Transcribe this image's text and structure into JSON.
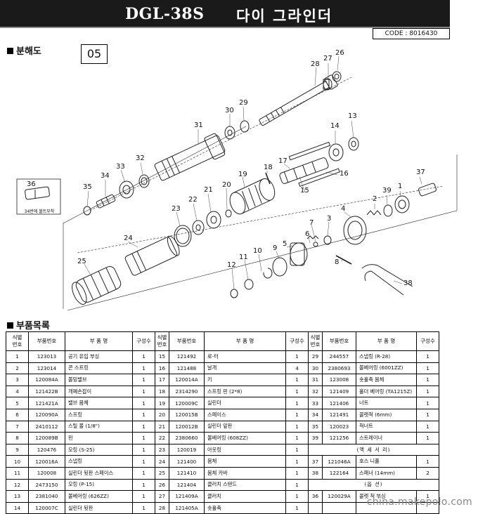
{
  "header": {
    "model": "DGL-38S",
    "product_name": "다이 그라인더"
  },
  "code": "CODE : 8016430",
  "exploded_view": {
    "title": "분해도",
    "page_number": "05",
    "inset_label": "36",
    "inset_caption": "34번에 볼트부착",
    "callouts": [
      "1",
      "2",
      "3",
      "4",
      "5",
      "6",
      "7",
      "8",
      "9",
      "10",
      "11",
      "12",
      "13",
      "14",
      "15",
      "16",
      "17",
      "18",
      "19",
      "20",
      "21",
      "22",
      "23",
      "24",
      "25",
      "26",
      "27",
      "28",
      "29",
      "30",
      "31",
      "32",
      "33",
      "34",
      "35",
      "37",
      "38",
      "39"
    ]
  },
  "parts_list": {
    "title": "부품목록",
    "headers": [
      "식별\n번호",
      "부품번호",
      "부   품   명",
      "구성수"
    ],
    "rows": [
      [
        {
          "no": "1",
          "part": "123013",
          "name": "공기 유입 부싱",
          "qty": "1"
        },
        {
          "no": "15",
          "part": "121492",
          "name": "로-터",
          "qty": "1"
        },
        {
          "no": "29",
          "part": "244557",
          "name": "스냅링 (R-28)",
          "qty": "1"
        }
      ],
      [
        {
          "no": "2",
          "part": "123014",
          "name": "콘 스프링",
          "qty": "1"
        },
        {
          "no": "16",
          "part": "121488",
          "name": "날개",
          "qty": "4"
        },
        {
          "no": "30",
          "part": "2380693",
          "name": "볼베어링 (6001ZZ)",
          "qty": "1"
        }
      ],
      [
        {
          "no": "3",
          "part": "120084A",
          "name": "볼밍밸브",
          "qty": "1"
        },
        {
          "no": "17",
          "part": "120014A",
          "name": "키",
          "qty": "1"
        },
        {
          "no": "31",
          "part": "123008",
          "name": "숏홀축 몸체",
          "qty": "1"
        }
      ],
      [
        {
          "no": "4",
          "part": "121422B",
          "name": "개폐손잡이",
          "qty": "1"
        },
        {
          "no": "18",
          "part": "2314290",
          "name": "스프링 핀 (2*8)",
          "qty": "1"
        },
        {
          "no": "32",
          "part": "121409",
          "name": "홀더 베어링 (TA1215Z)",
          "qty": "1"
        }
      ],
      [
        {
          "no": "5",
          "part": "121421A",
          "name": "밸브 몸체",
          "qty": "1"
        },
        {
          "no": "19",
          "part": "120009C",
          "name": "실린더",
          "qty": "1"
        },
        {
          "no": "33",
          "part": "121406",
          "name": "너트",
          "qty": "1"
        }
      ],
      [
        {
          "no": "6",
          "part": "120090A",
          "name": "스프링",
          "qty": "1"
        },
        {
          "no": "20",
          "part": "120015B",
          "name": "스페이스",
          "qty": "1"
        },
        {
          "no": "34",
          "part": "121491",
          "name": "콜렛척 (6mm)",
          "qty": "1"
        }
      ],
      [
        {
          "no": "7",
          "part": "2410112",
          "name": "스틸 볼 (1/8\")",
          "qty": "1"
        },
        {
          "no": "21",
          "part": "120012B",
          "name": "실린더 앞판",
          "qty": "1"
        },
        {
          "no": "35",
          "part": "120023",
          "name": "척너트",
          "qty": "1"
        }
      ],
      [
        {
          "no": "8",
          "part": "120089B",
          "name": "핀",
          "qty": "1"
        },
        {
          "no": "22",
          "part": "2380660",
          "name": "볼베어링 (608ZZ)",
          "qty": "1"
        },
        {
          "no": "39",
          "part": "121256",
          "name": "스트레이너",
          "qty": "1"
        }
      ],
      [
        {
          "no": "9",
          "part": "120476",
          "name": "오링 (S-25)",
          "qty": "1"
        },
        {
          "no": "23",
          "part": "120019",
          "name": "아웃링",
          "qty": "1"
        },
        {
          "merged": "(액 세 서 리)"
        }
      ],
      [
        {
          "no": "10",
          "part": "120016A",
          "name": "스냅링",
          "qty": "1"
        },
        {
          "no": "24",
          "part": "121400",
          "name": "몸체",
          "qty": "1"
        },
        {
          "no": "37",
          "part": "121046A",
          "name": "호스 니플",
          "qty": "1"
        }
      ],
      [
        {
          "no": "11",
          "part": "120008",
          "name": "실린더 뒷판 스페이스",
          "qty": "1"
        },
        {
          "no": "25",
          "part": "121410",
          "name": "몸체 카바",
          "qty": "1"
        },
        {
          "no": "38",
          "part": "122164",
          "name": "스패너 (14mm)",
          "qty": "2"
        }
      ],
      [
        {
          "no": "12",
          "part": "2473150",
          "name": "오링 (P-15)",
          "qty": "1"
        },
        {
          "no": "26",
          "part": "121404",
          "name": "클러치 스탠드",
          "qty": "1"
        },
        {
          "merged": "(옵      션)"
        }
      ],
      [
        {
          "no": "13",
          "part": "2381040",
          "name": "볼베어링 (626ZZ)",
          "qty": "1"
        },
        {
          "no": "27",
          "part": "121409A",
          "name": "클러치",
          "qty": "1"
        },
        {
          "no": "36",
          "part": "120029A",
          "name": "콜렛 척 부싱",
          "qty": "1"
        }
      ],
      [
        {
          "no": "14",
          "part": "120007C",
          "name": "실린더 뒷판",
          "qty": "1"
        },
        {
          "no": "28",
          "part": "121405A",
          "name": "숏홀축",
          "qty": "1"
        },
        {
          "no": "",
          "part": "",
          "name": "",
          "qty": ""
        }
      ]
    ]
  },
  "watermark": "china.makepolo.com"
}
